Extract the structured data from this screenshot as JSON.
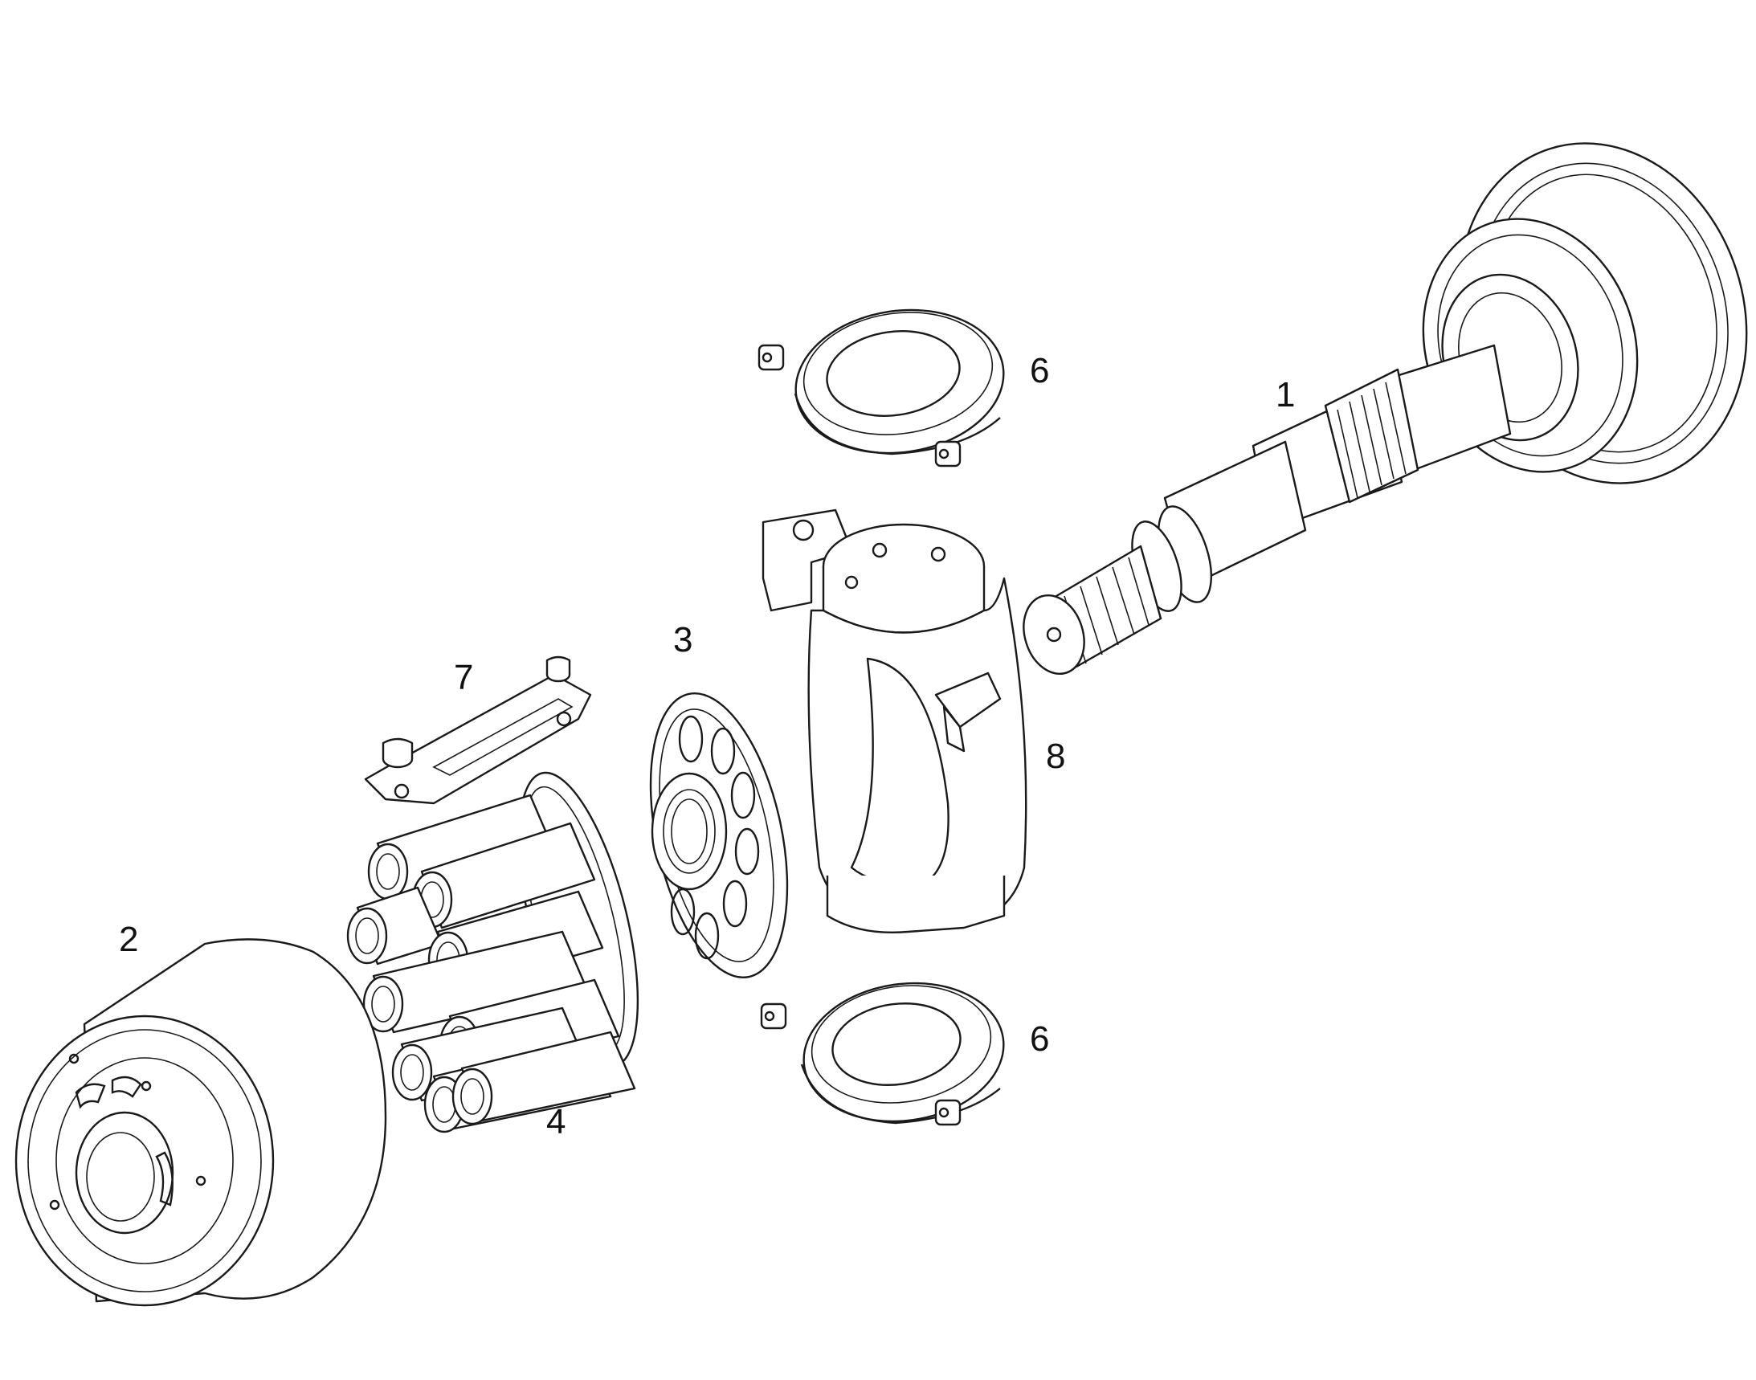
{
  "diagram": {
    "style": "exploded isometric line drawing, black on white",
    "callouts": [
      {
        "id": "1",
        "part": "drive-shaft-with-gear"
      },
      {
        "id": "2",
        "part": "cylinder-block"
      },
      {
        "id": "3",
        "part": "retaining-plate"
      },
      {
        "id": "4",
        "part": "piston-set"
      },
      {
        "id": "6a",
        "label": "6",
        "part": "bearing-ring-upper"
      },
      {
        "id": "6b",
        "label": "6",
        "part": "bearing-ring-lower"
      },
      {
        "id": "7",
        "part": "connecting-link"
      },
      {
        "id": "8",
        "part": "swash-plate-yoke"
      }
    ]
  },
  "labels": {
    "c1": "1",
    "c2": "2",
    "c3": "3",
    "c4": "4",
    "c6a": "6",
    "c6b": "6",
    "c7": "7",
    "c8": "8"
  },
  "colors": {
    "line": "#1a1a1a",
    "background": "#ffffff"
  }
}
